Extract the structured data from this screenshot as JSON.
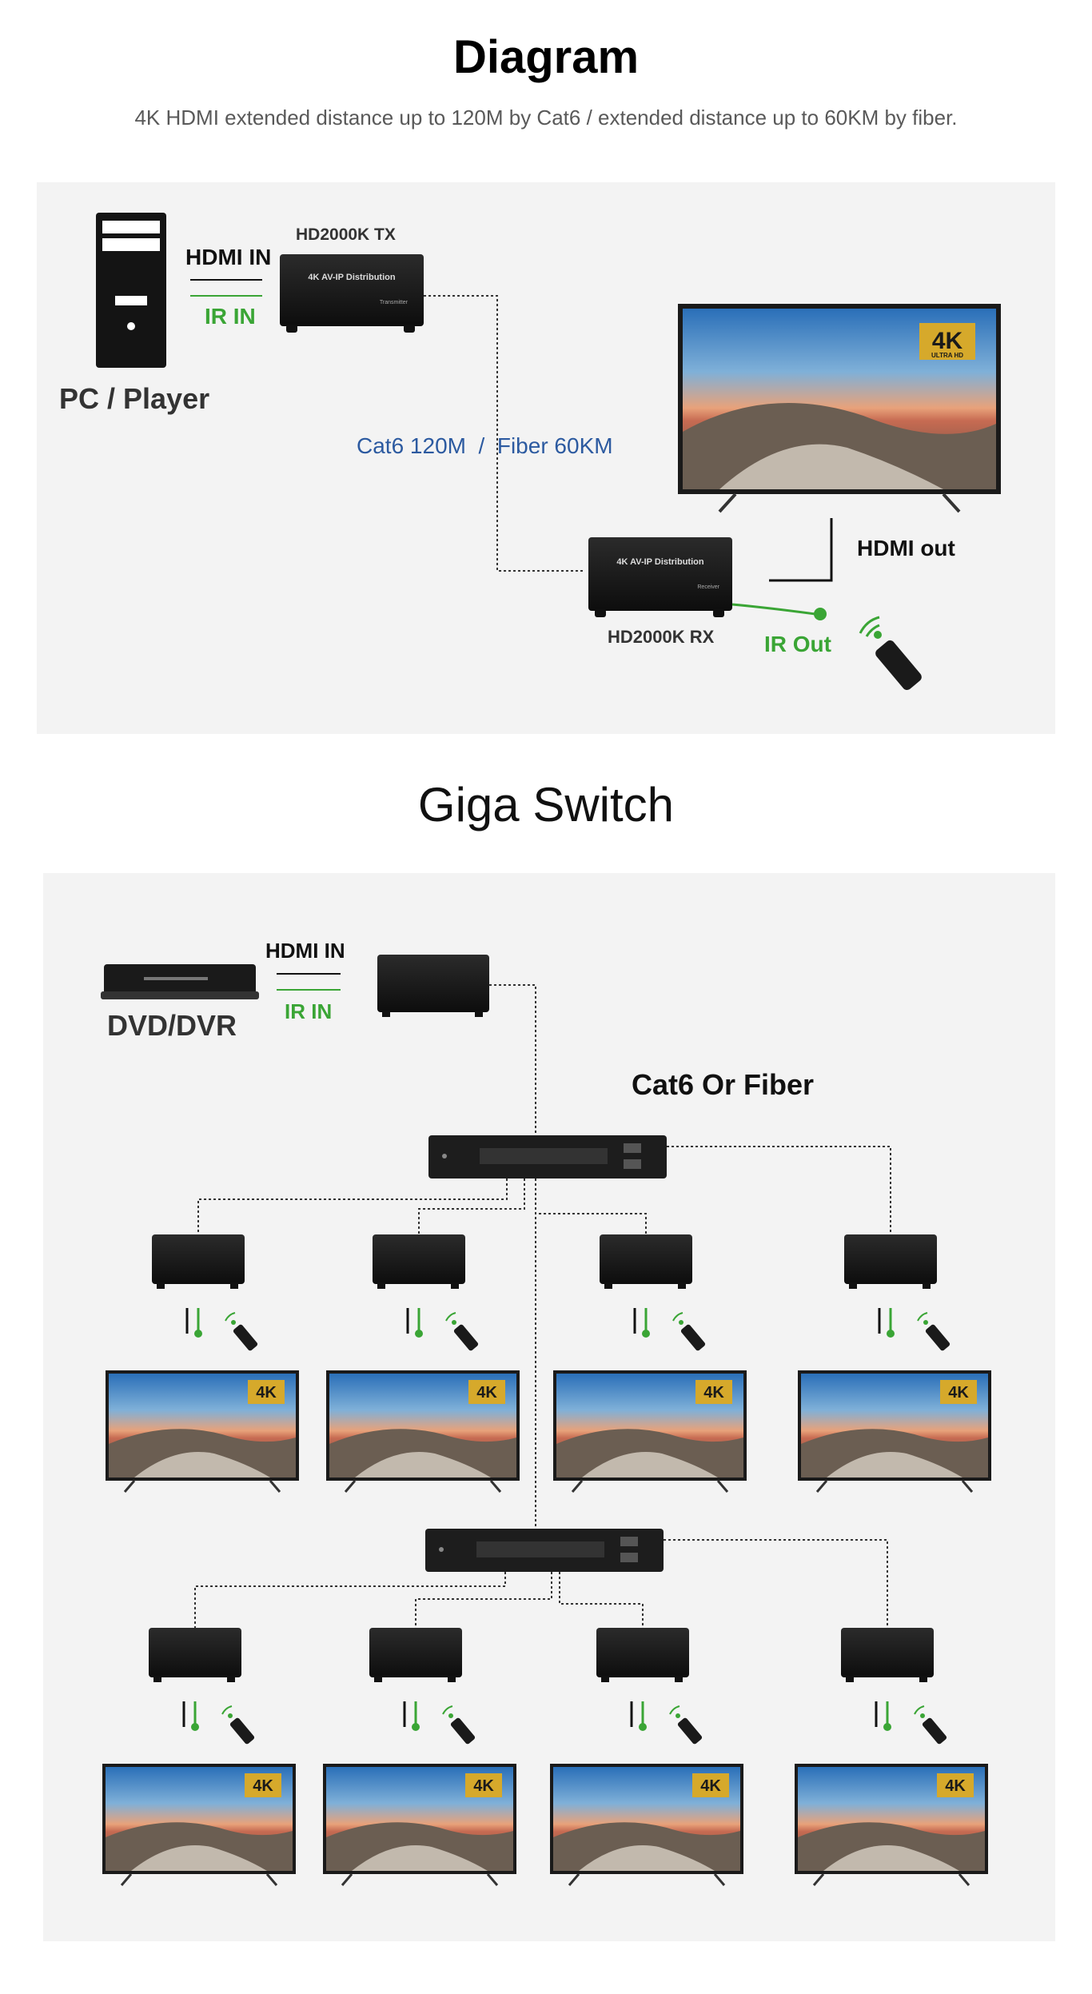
{
  "header": {
    "title": "Diagram",
    "subtitle": "4K HDMI extended distance up to 120M by Cat6 / extended distance up to 60KM by fiber."
  },
  "diagram1": {
    "hdmi_in": "HDMI IN",
    "ir_in": "IR IN",
    "tx_label": "HD2000K TX",
    "source_label": "PC / Player",
    "link_label": "Cat6 120M  /  Fiber 60KM",
    "hdmi_out": "HDMI out",
    "rx_label": "HD2000K RX",
    "ir_out": "IR Out",
    "device_text": "4K AV-IP Distribution",
    "tx_sub": "Transmitter",
    "rx_sub": "Receiver",
    "badge_main": "4K",
    "badge_sub": "ULTRA HD"
  },
  "diagram2": {
    "section_title": "Giga Switch",
    "hdmi_in": "HDMI IN",
    "ir_in": "IR IN",
    "source_label": "DVD/DVR",
    "link_label": "Cat6 Or Fiber"
  },
  "colors": {
    "green": "#3aa535",
    "blue": "#2c5aa0",
    "panel": "#f3f3f3"
  }
}
